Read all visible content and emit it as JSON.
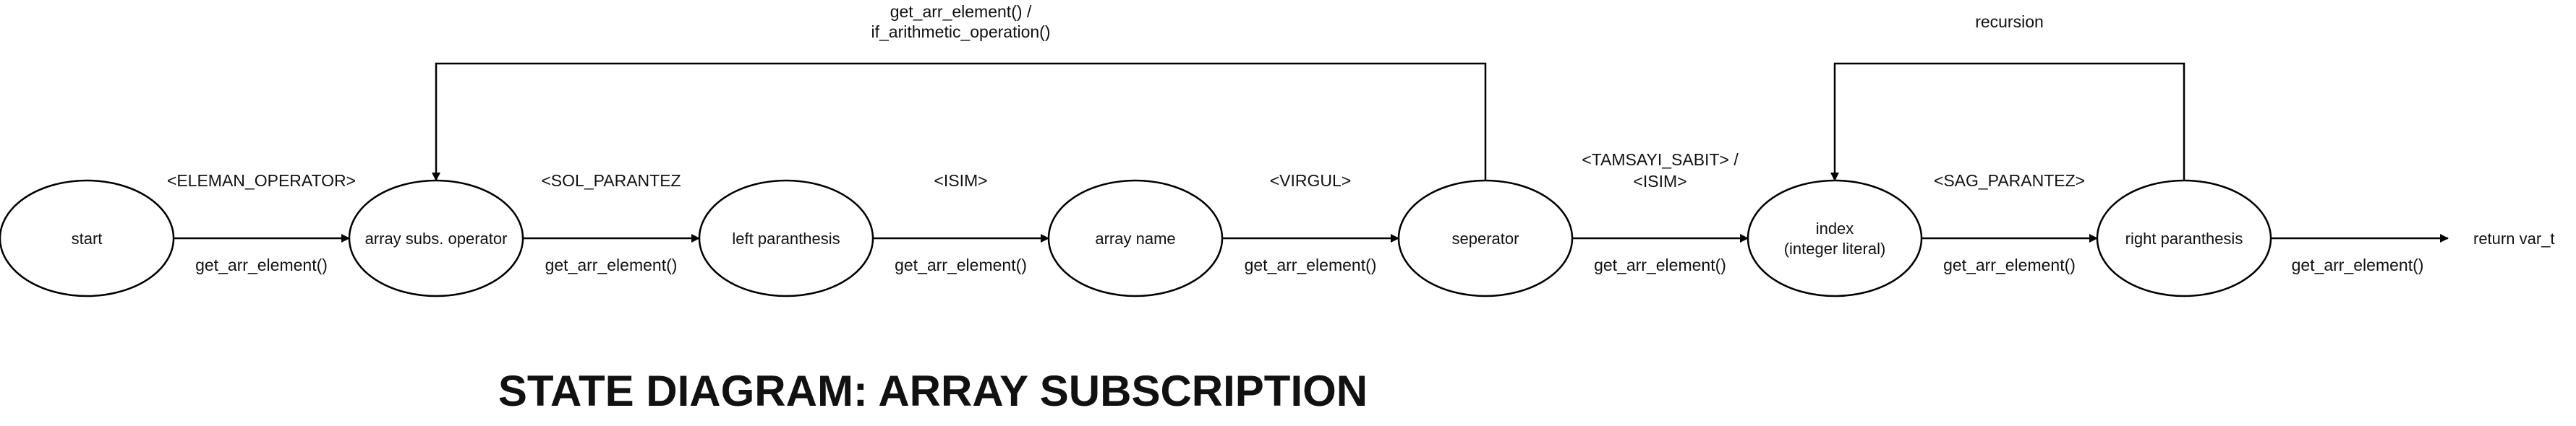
{
  "title": "STATE DIAGRAM: ARRAY SUBSCRIPTION",
  "states": [
    {
      "id": "start",
      "lines": [
        "start"
      ]
    },
    {
      "id": "array-subs-operator",
      "lines": [
        "array subs. operator"
      ]
    },
    {
      "id": "left-paranthesis",
      "lines": [
        "left paranthesis"
      ]
    },
    {
      "id": "array-name",
      "lines": [
        "array name"
      ]
    },
    {
      "id": "seperator",
      "lines": [
        "seperator"
      ]
    },
    {
      "id": "index",
      "lines": [
        "index",
        "(integer literal)"
      ]
    },
    {
      "id": "right-paranthesis",
      "lines": [
        "right paranthesis"
      ]
    }
  ],
  "final": {
    "label": "return var_t"
  },
  "transitions": [
    {
      "from": "start",
      "to": "array-subs-operator",
      "token": [
        "<ELEMAN_OPERATOR>"
      ],
      "action": "get_arr_element()"
    },
    {
      "from": "array-subs-operator",
      "to": "left-paranthesis",
      "token": [
        "<SOL_PARANTEZ"
      ],
      "action": "get_arr_element()"
    },
    {
      "from": "left-paranthesis",
      "to": "array-name",
      "token": [
        "<ISIM>"
      ],
      "action": "get_arr_element()"
    },
    {
      "from": "array-name",
      "to": "seperator",
      "token": [
        "<VIRGUL>"
      ],
      "action": "get_arr_element()"
    },
    {
      "from": "seperator",
      "to": "index",
      "token": [
        "<TAMSAYI_SABIT> /",
        "<ISIM>"
      ],
      "action": "get_arr_element()"
    },
    {
      "from": "index",
      "to": "right-paranthesis",
      "token": [
        "<SAG_PARANTEZ>"
      ],
      "action": "get_arr_element()"
    },
    {
      "from": "right-paranthesis",
      "to": "final",
      "token": [],
      "action": "get_arr_element()"
    }
  ],
  "loops": [
    {
      "from": "seperator",
      "to": "array-subs-operator",
      "label": [
        "get_arr_element() /",
        "if_arithmetic_operation()"
      ]
    },
    {
      "from": "right-paranthesis",
      "to": "index",
      "label": [
        "recursion"
      ]
    }
  ]
}
